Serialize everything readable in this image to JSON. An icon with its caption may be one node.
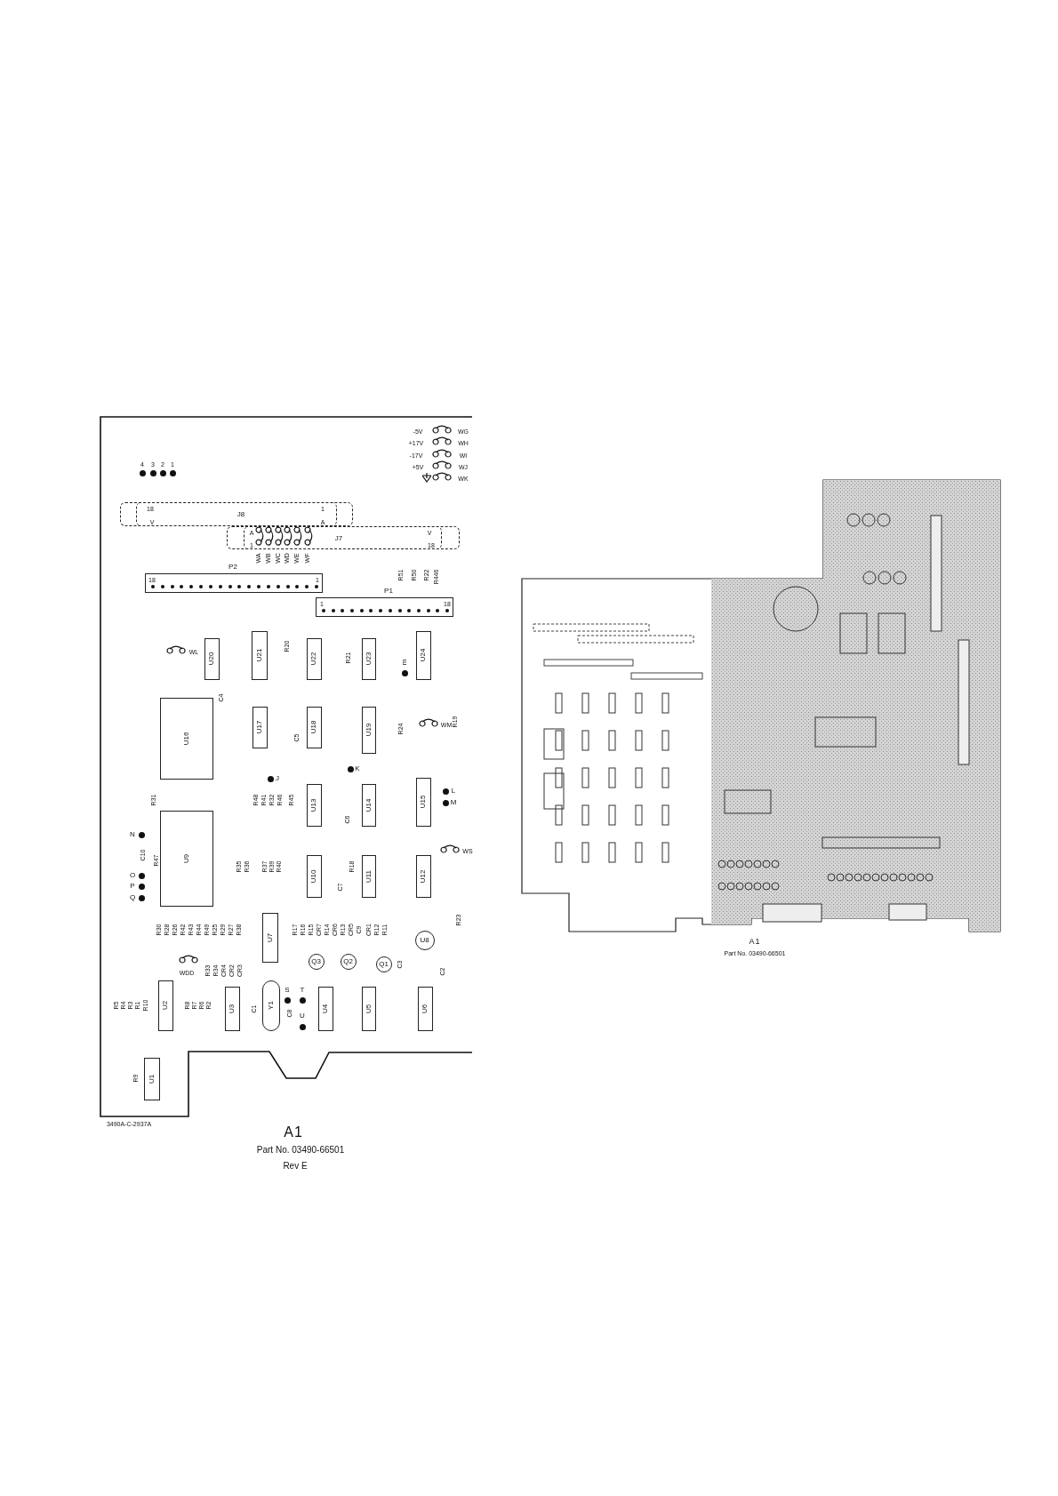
{
  "diagram": {
    "nodes": [
      {
        "text": [
          "J8",
          "18",
          "V",
          "1",
          "A"
        ]
      },
      {
        "text": [
          "J7",
          "A",
          "1",
          "V",
          "18"
        ]
      },
      {
        "text": [
          "18",
          "1"
        ],
        "beside": [
          "P2"
        ]
      },
      {
        "text": [
          "1",
          "18"
        ],
        "beside": [
          "P1"
        ]
      },
      {
        "text": [
          "U20"
        ]
      },
      {
        "text": [
          "U21"
        ]
      },
      {
        "text": [
          "U22"
        ]
      },
      {
        "text": [
          "U23"
        ]
      },
      {
        "text": [
          "U24"
        ]
      },
      {
        "text": [
          "U16"
        ]
      },
      {
        "text": [
          "U17"
        ]
      },
      {
        "text": [
          "U18"
        ]
      },
      {
        "text": [
          "U19"
        ]
      },
      {
        "text": [
          "U13"
        ]
      },
      {
        "text": [
          "U14"
        ]
      },
      {
        "text": [
          "U15"
        ]
      },
      {
        "text": [
          "U9"
        ]
      },
      {
        "text": [
          "U10"
        ]
      },
      {
        "text": [
          "U11"
        ]
      },
      {
        "text": [
          "U12"
        ]
      },
      {
        "text": [
          "U7"
        ]
      },
      {
        "text": [
          "Q3"
        ]
      },
      {
        "text": [
          "Q2"
        ]
      },
      {
        "text": [
          "Q1"
        ]
      },
      {
        "text": [
          "U8"
        ]
      },
      {
        "text": [
          "U2"
        ]
      },
      {
        "text": [
          "U3"
        ]
      },
      {
        "text": [
          "Y1"
        ]
      },
      {
        "text": [
          "U4"
        ]
      },
      {
        "text": [
          "U5"
        ]
      },
      {
        "text": [
          "U6"
        ]
      },
      {
        "text": [
          "U1"
        ]
      }
    ],
    "labels": [
      "-5V",
      "WG",
      "+17V",
      "WH",
      "-17V",
      "WI",
      "+5V",
      "WJ",
      "WK",
      "4",
      "3",
      "2",
      "1",
      "WA",
      "WB",
      "WC",
      "WD",
      "WE",
      "WF",
      "R51",
      "R50",
      "R22",
      "R446",
      "WL",
      "R20",
      "R21",
      "m",
      "C4",
      "C5",
      "R24",
      "WM",
      "R19",
      "J",
      "K",
      "L",
      "M",
      "R31",
      "R48",
      "R41",
      "R32",
      "R46",
      "R45",
      "C6",
      "N",
      "C10",
      "R47",
      "O",
      "P",
      "Q",
      "R35",
      "R36",
      "R37",
      "R39",
      "R40",
      "C7",
      "R18",
      "WS",
      "R23",
      "R30",
      "R28",
      "R26",
      "R42",
      "R43",
      "R44",
      "R49",
      "R25",
      "R29",
      "R27",
      "R38",
      "R17",
      "R16",
      "R15",
      "CR7",
      "R14",
      "CR6",
      "R13",
      "CR5",
      "C9",
      "CR1",
      "R12",
      "R11",
      "WDD",
      "R33",
      "R34",
      "CR4",
      "CR2",
      "CR3",
      "C3",
      "C2",
      "R5",
      "R4",
      "R3",
      "R1",
      "R10",
      "R8",
      "R7",
      "R6",
      "R2",
      "C1",
      "S",
      "T",
      "U",
      "C8",
      "R9",
      "3490A-C-2937A",
      "A1",
      "Part No. 03490-66501",
      "Rev E",
      "A1",
      "Part No. 03490-66501"
    ]
  }
}
